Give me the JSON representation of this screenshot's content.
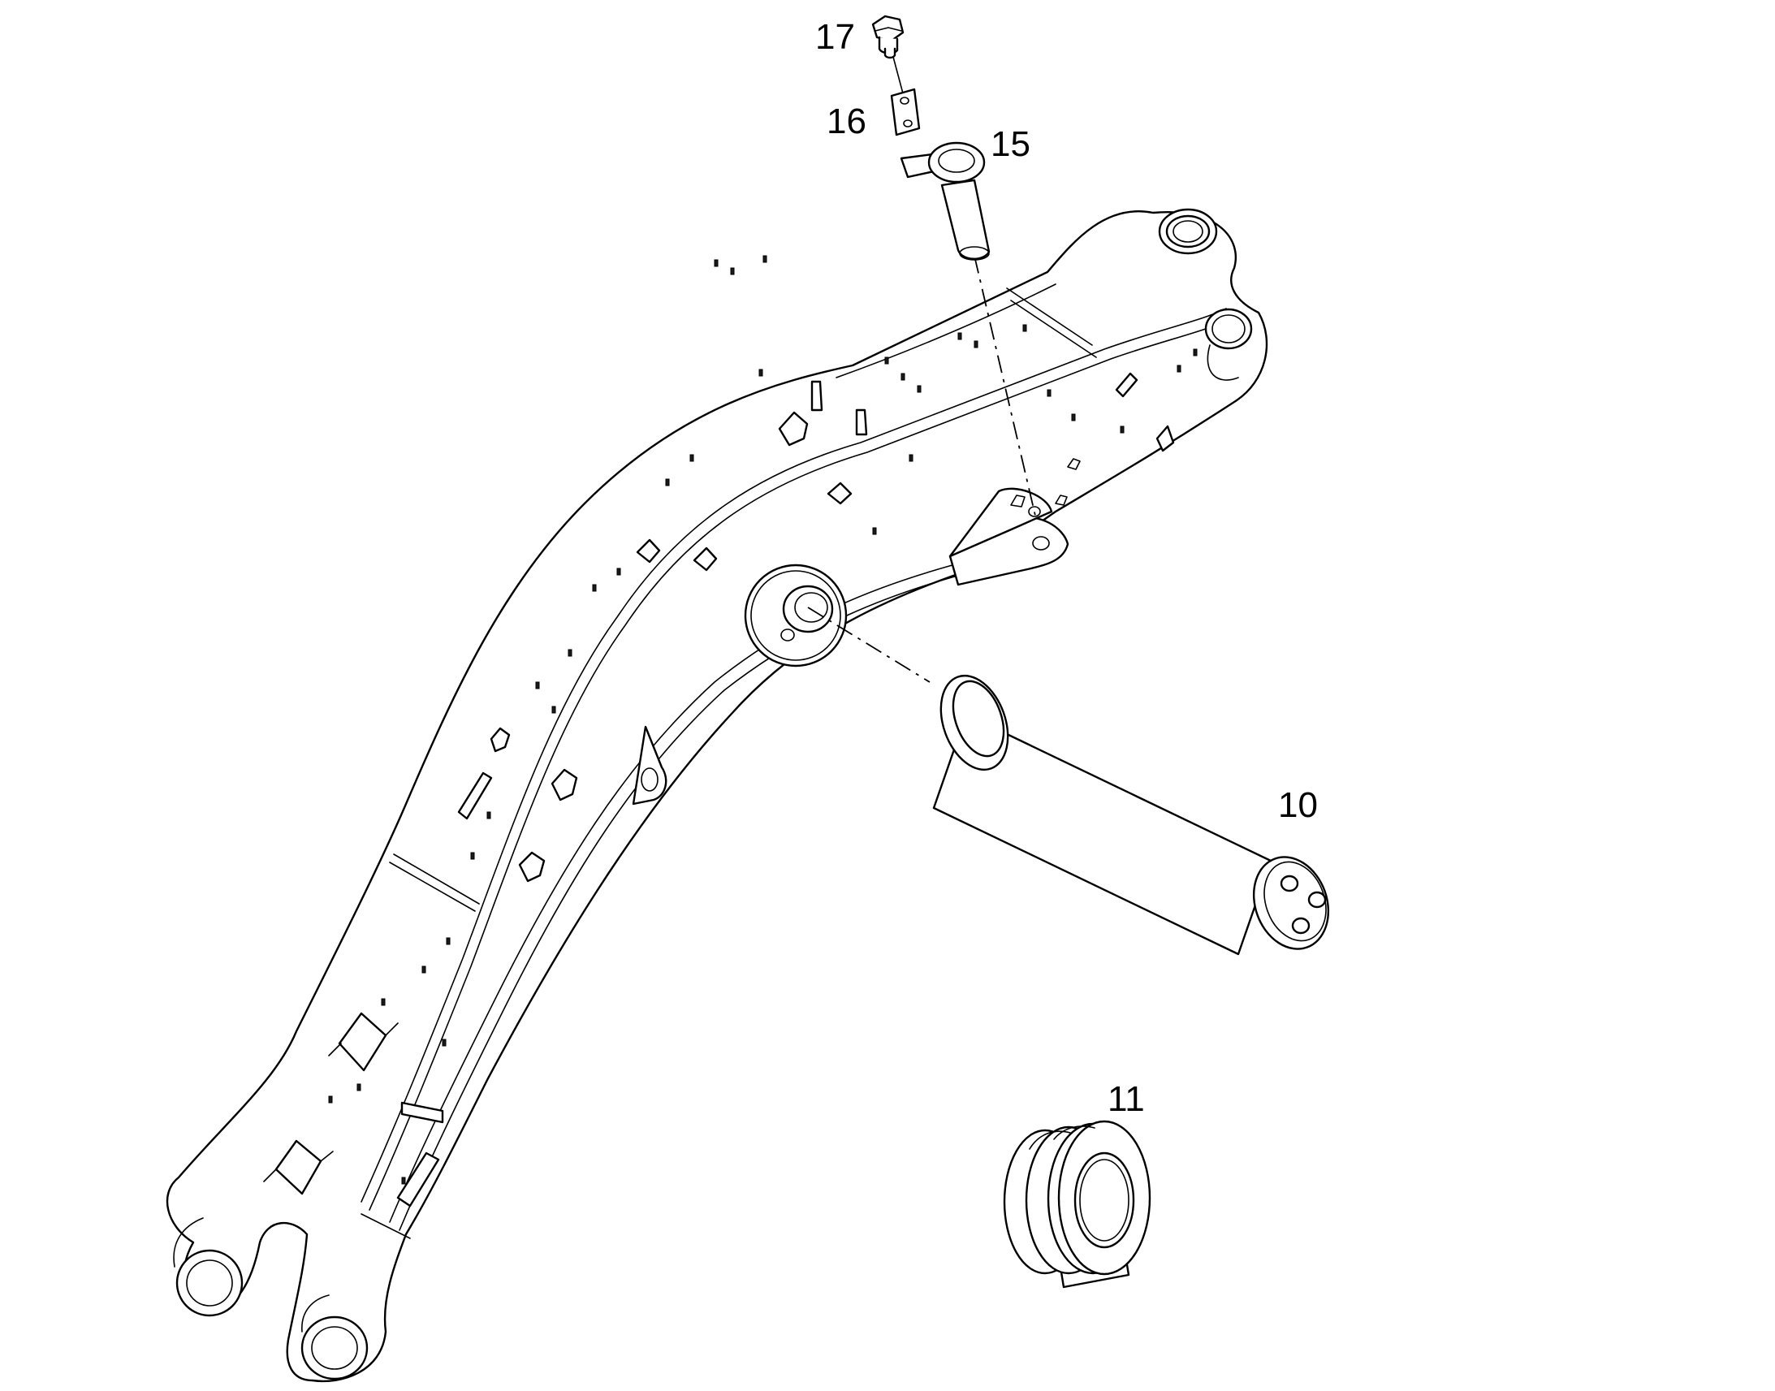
{
  "callouts": {
    "p17": "17",
    "p16": "16",
    "p15": "15",
    "p10": "10",
    "p11": "11"
  },
  "colors": {
    "line": "#000000",
    "background": "#ffffff"
  }
}
